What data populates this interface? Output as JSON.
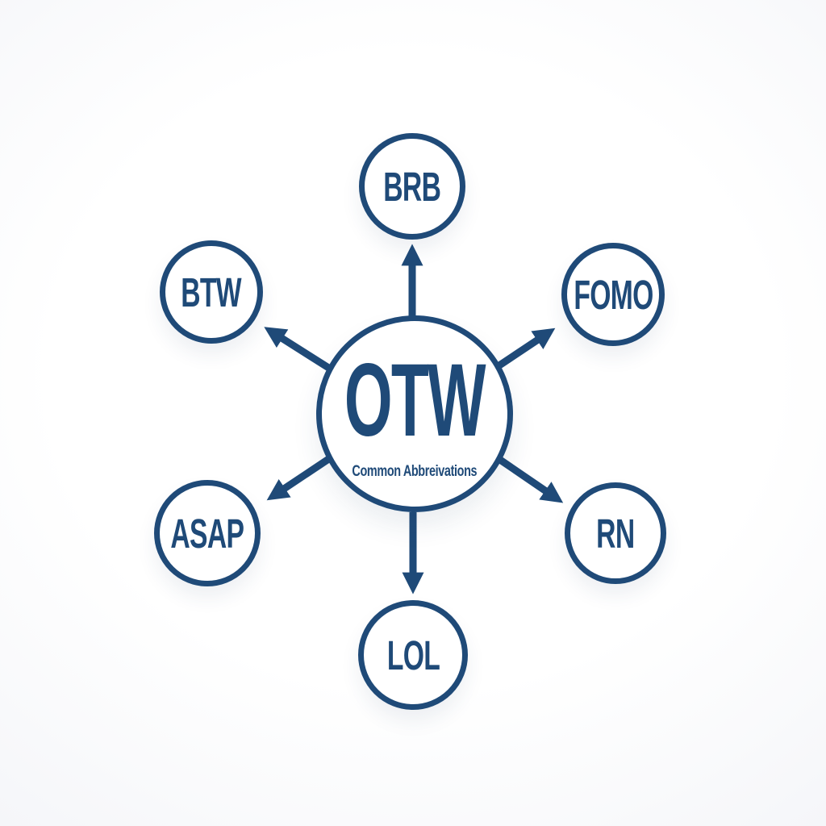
{
  "diagram": {
    "center": {
      "title": "OTW",
      "subtitle": "Common Abbreivations"
    },
    "nodes": [
      {
        "id": "brb",
        "label": "BRB",
        "position": "top"
      },
      {
        "id": "btw",
        "label": "BTW",
        "position": "upper-left"
      },
      {
        "id": "fomo",
        "label": "FOMO",
        "position": "upper-right"
      },
      {
        "id": "asap",
        "label": "ASAP",
        "position": "lower-left"
      },
      {
        "id": "rn",
        "label": "RN",
        "position": "lower-right"
      },
      {
        "id": "lol",
        "label": "LOL",
        "position": "bottom"
      }
    ],
    "colors": {
      "navy": "#1f4a78",
      "background": "#fbfbfd",
      "node_fill": "#ffffff"
    }
  }
}
